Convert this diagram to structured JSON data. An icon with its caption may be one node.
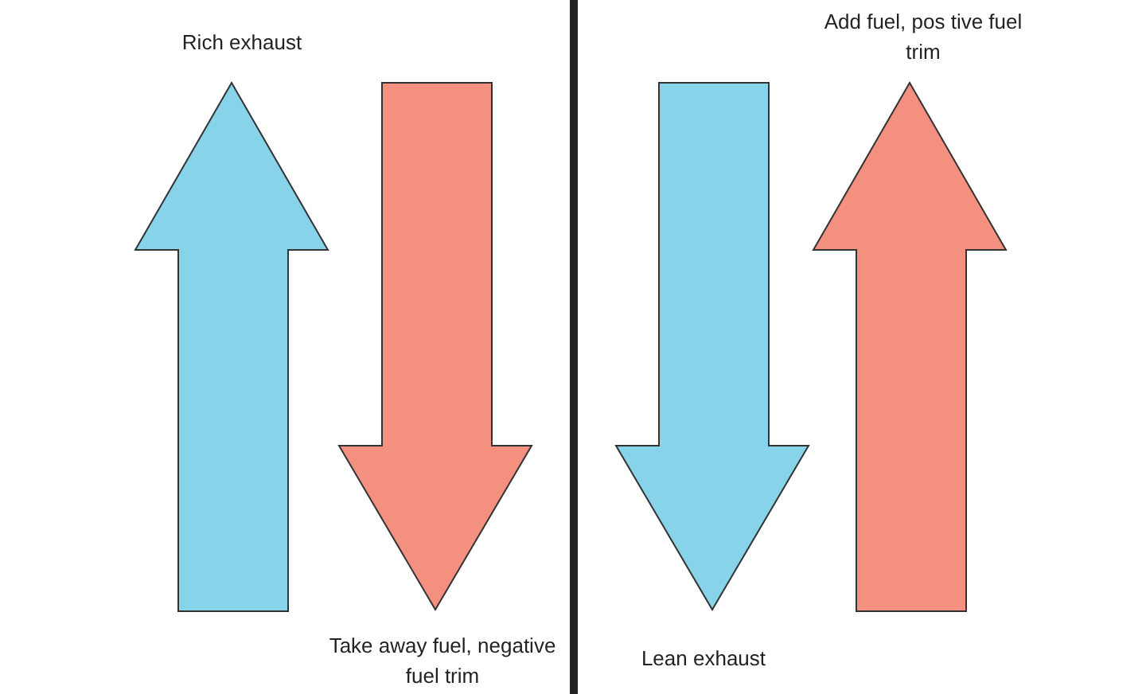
{
  "diagram": {
    "nodes": [
      {
        "text": [],
        "shape": "arrow",
        "beside": [
          "Rich exhaust"
        ]
      },
      {
        "text": [],
        "shape": "arrow",
        "beside": [
          "Take away fuel, negative fuel trim"
        ]
      },
      {
        "text": [],
        "shape": "arrow",
        "beside": [
          "Lean exhaust"
        ]
      },
      {
        "text": [],
        "shape": "arrow",
        "beside": [
          "Add fuel, pos tive fuel trim"
        ]
      }
    ]
  }
}
